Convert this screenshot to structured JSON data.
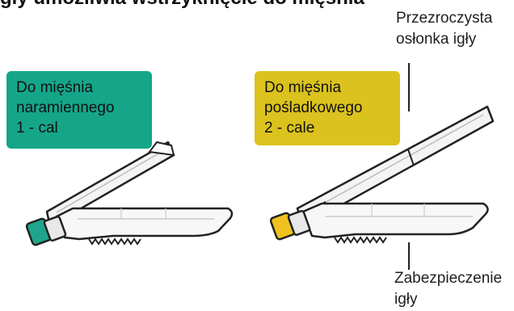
{
  "heading_fragment": "gły umożliwia wstrzyknięcie do mięśnia",
  "labels": {
    "deltoid": {
      "line1": "Do mięśnia",
      "line2": "naramiennego",
      "line3": "1 - cal",
      "color": "#15a68a"
    },
    "gluteal": {
      "line1": "Do mięśnia",
      "line2": "pośladkowego",
      "line3": "2 - cale",
      "color": "#dcc21e"
    }
  },
  "callouts": {
    "needle_cap": {
      "line1": "Przezroczysta",
      "line2": "osłonka igły"
    },
    "safety_device": {
      "line1": "Zabezpieczenie",
      "line2": "igły"
    }
  },
  "hub_colors": {
    "deltoid": "#1fa58d",
    "gluteal": "#f0c21f"
  }
}
